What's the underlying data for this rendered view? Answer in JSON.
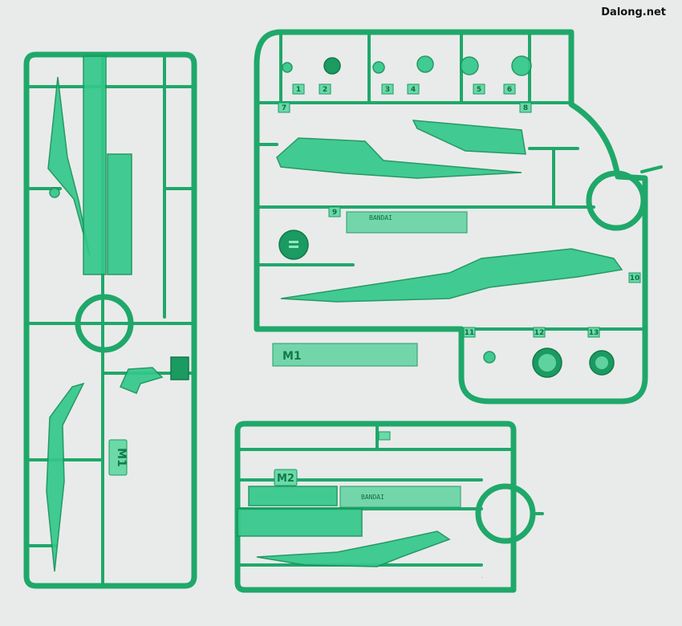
{
  "watermark": "Dalong.net",
  "sprue_codes": {
    "m1": "M1",
    "m2": "M2",
    "m1_right": "M1",
    "m2_right": "M2"
  },
  "part_numbers": [
    "1",
    "2",
    "3",
    "4",
    "5",
    "6",
    "7",
    "8",
    "9",
    "10",
    "11",
    "12",
    "13"
  ],
  "plate_texts": {
    "a": "BANDAI",
    "b": "BANDAI"
  },
  "colors": {
    "background": "#e9ebea",
    "sprue_green": "#1fa86a"
  }
}
